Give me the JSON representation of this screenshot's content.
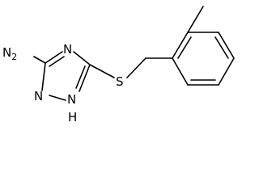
{
  "molecule": {
    "atoms": {
      "amine": {
        "element": "N",
        "hydrogens": "2"
      },
      "ring_n_top": {
        "element": "N"
      },
      "ring_n_bottom": {
        "element": "N"
      },
      "ring_nh": {
        "element": "N",
        "hydrogen": "H"
      },
      "thioether_s": {
        "element": "S"
      }
    },
    "colors": {
      "ink": "#000000",
      "background": "#ffffff"
    }
  }
}
